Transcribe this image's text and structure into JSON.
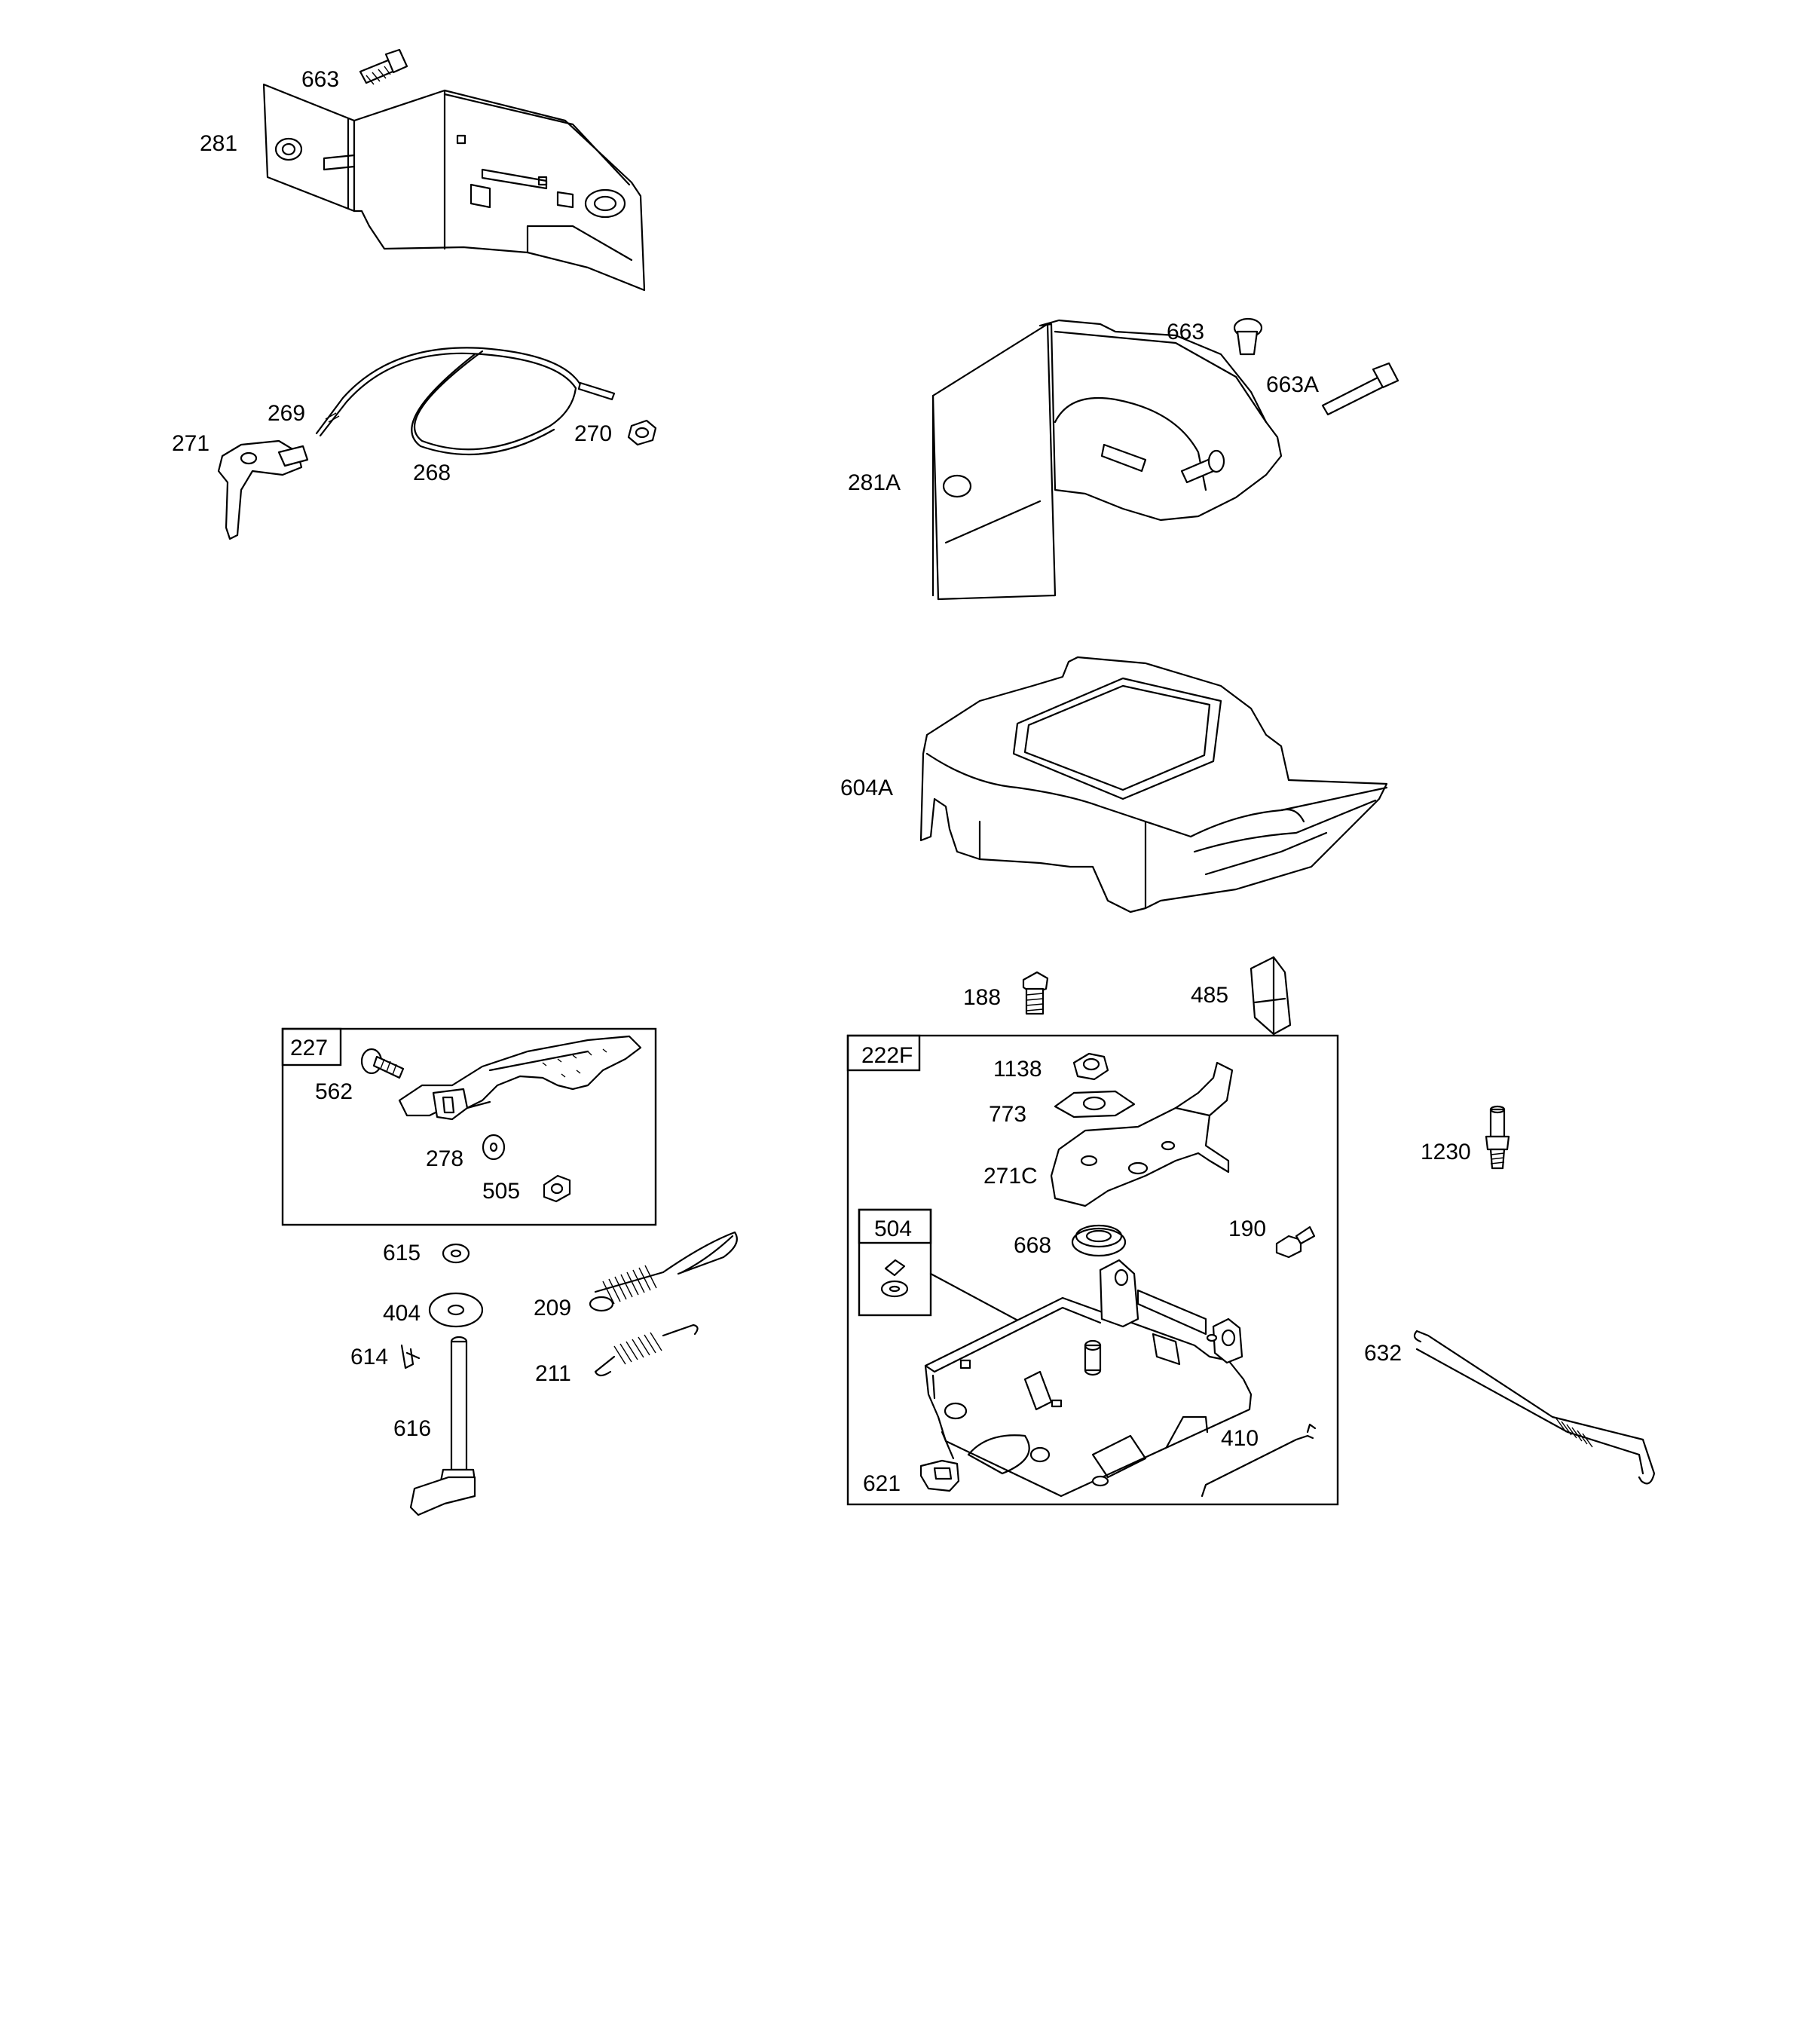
{
  "labels": {
    "p663_top": "663",
    "p281": "281",
    "p269": "269",
    "p271": "271",
    "p270": "270",
    "p268": "268",
    "p663_mid": "663",
    "p663A": "663A",
    "p281A": "281A",
    "p604A": "604A",
    "p188": "188",
    "p485": "485",
    "p562": "562",
    "p278": "278",
    "p505": "505",
    "p615": "615",
    "p404": "404",
    "p209": "209",
    "p614": "614",
    "p211": "211",
    "p616": "616",
    "p1138": "1138",
    "p773": "773",
    "p271C": "271C",
    "p668": "668",
    "p190": "190",
    "p410": "410",
    "p621": "621",
    "p1230": "1230",
    "p632": "632"
  },
  "boxes": {
    "b227": "227",
    "b222F": "222F",
    "b504": "504"
  }
}
